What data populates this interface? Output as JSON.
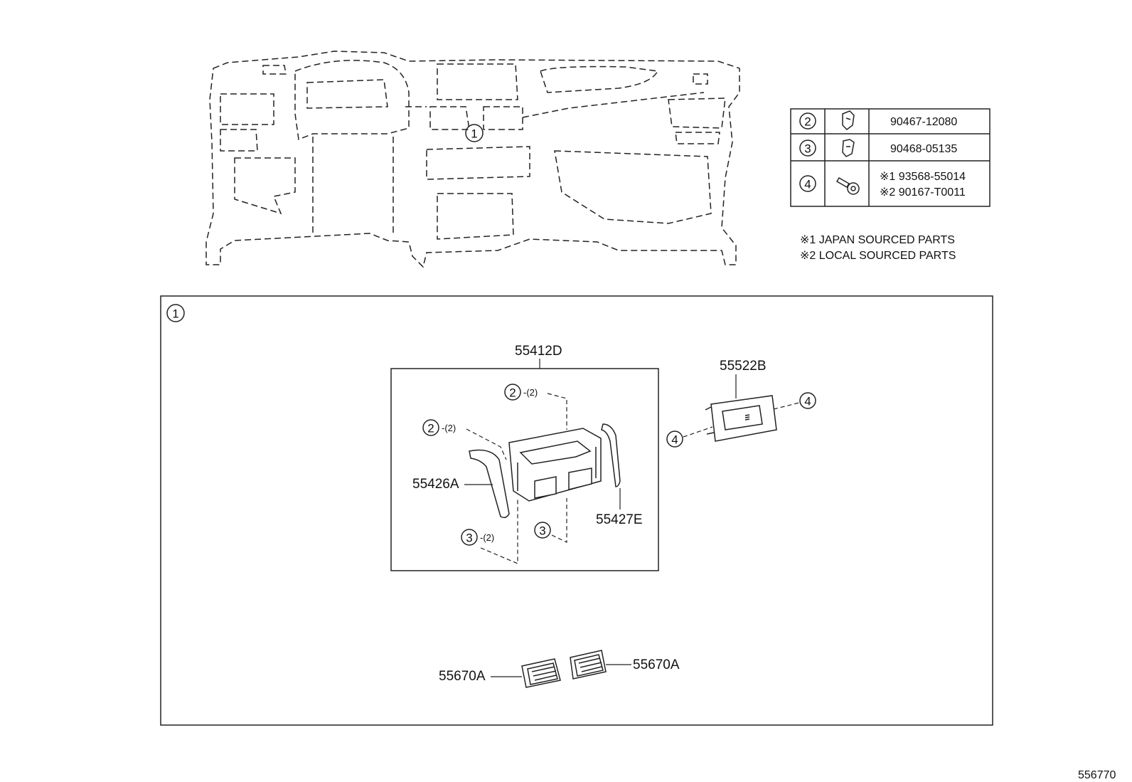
{
  "fastener_table": {
    "rows": [
      {
        "ref": "2",
        "icon": "clip-icon",
        "part_numbers": [
          "90467-12080"
        ]
      },
      {
        "ref": "3",
        "icon": "clip-icon",
        "part_numbers": [
          "90468-05135"
        ]
      },
      {
        "ref": "4",
        "icon": "screw-icon",
        "part_numbers": [
          "※1 93568-55014",
          "※2 90167-T0011"
        ]
      }
    ]
  },
  "notes": [
    "※1 JAPAN SOURCED PARTS",
    "※2 LOCAL SOURCED PARTS"
  ],
  "overview": {
    "callout": "1"
  },
  "detail": {
    "callout": "1",
    "labels": {
      "register_assy": "55412D",
      "panel_right": "55427E",
      "panel_left": "55426A",
      "switch_base": "55522B",
      "vent_left": "55670A",
      "vent_right": "55670A"
    },
    "callouts": {
      "clip2_top": "2",
      "clip2_top_qty": "-(2)",
      "clip2_left": "2",
      "clip2_left_qty": "-(2)",
      "clip3_left": "3",
      "clip3_left_qty": "-(2)",
      "clip3_mid": "3",
      "screw_left": "4",
      "screw_right": "4"
    }
  },
  "diagram_number": "556770"
}
